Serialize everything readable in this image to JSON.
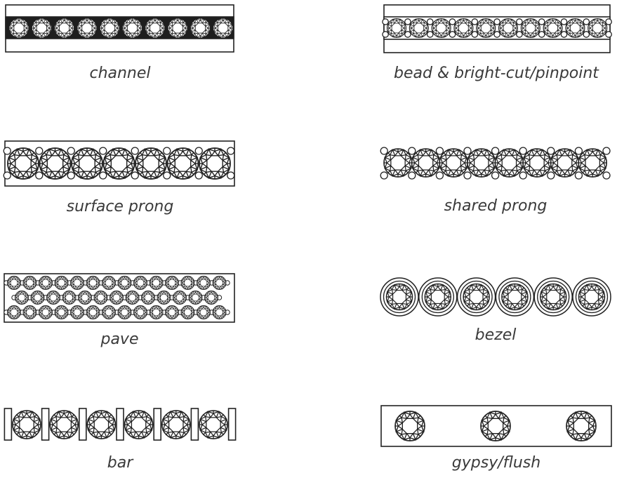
{
  "settings": [
    {
      "label": "channel",
      "stone_icon": "round-brilliant-icon",
      "accent_icon": "none"
    },
    {
      "label": "bead & bright-cut/pinpoint",
      "stone_icon": "round-brilliant-icon",
      "accent_icon": "bead-icon"
    },
    {
      "label": "surface prong",
      "stone_icon": "round-brilliant-icon",
      "accent_icon": "prong-icon"
    },
    {
      "label": "shared prong",
      "stone_icon": "round-brilliant-icon",
      "accent_icon": "prong-icon"
    },
    {
      "label": "pave",
      "stone_icon": "round-brilliant-icon",
      "accent_icon": "bead-icon"
    },
    {
      "label": "bezel",
      "stone_icon": "round-brilliant-icon",
      "accent_icon": "bezel-ring-icon"
    },
    {
      "label": "bar",
      "stone_icon": "round-brilliant-icon",
      "accent_icon": "bar-icon"
    },
    {
      "label": "gypsy/flush",
      "stone_icon": "round-brilliant-icon",
      "accent_icon": "none"
    }
  ],
  "colors": {
    "line": "#222222",
    "fill": "#ffffff",
    "channel_fill": "#1e1e1e",
    "caption": "#3a3a3a"
  }
}
